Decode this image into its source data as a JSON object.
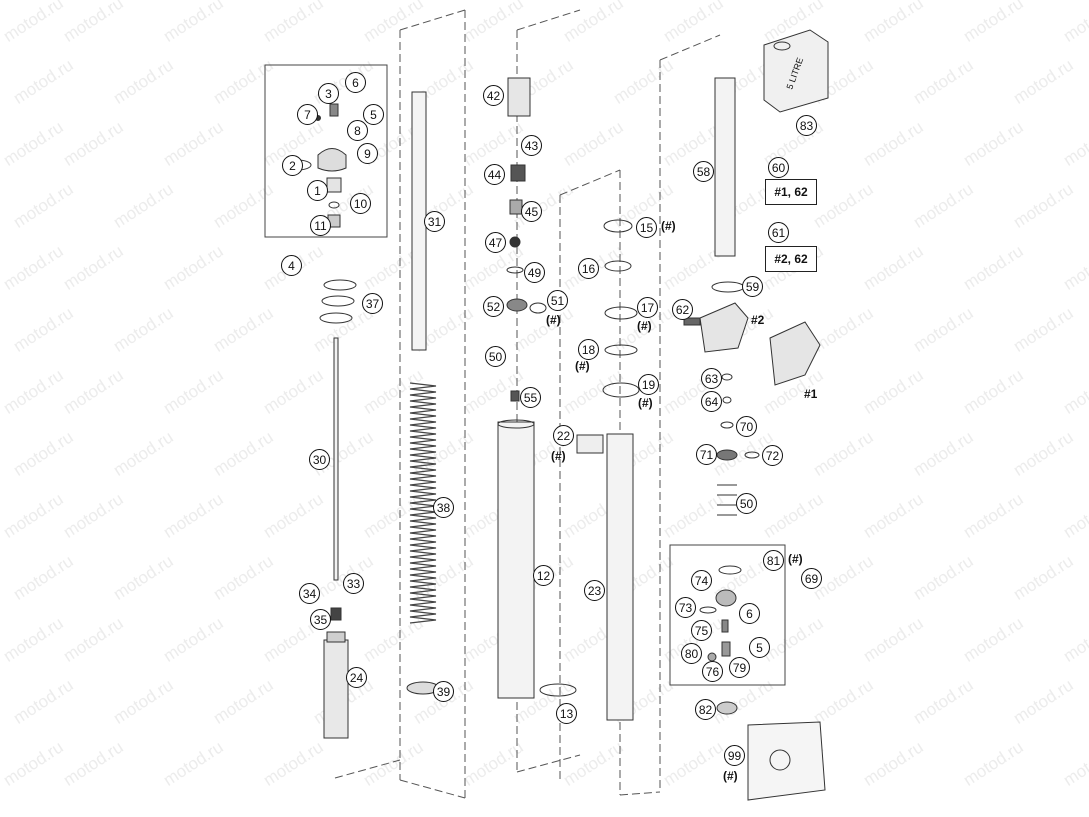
{
  "watermark": "motod.ru",
  "accent_color": "#111111",
  "callouts": [
    {
      "key": "c1",
      "label": "1"
    },
    {
      "key": "c2",
      "label": "2"
    },
    {
      "key": "c3",
      "label": "3"
    },
    {
      "key": "c4",
      "label": "4"
    },
    {
      "key": "c5a",
      "label": "5"
    },
    {
      "key": "c6a",
      "label": "6"
    },
    {
      "key": "c7",
      "label": "7"
    },
    {
      "key": "c8",
      "label": "8"
    },
    {
      "key": "c9",
      "label": "9"
    },
    {
      "key": "c10",
      "label": "10"
    },
    {
      "key": "c11",
      "label": "11"
    },
    {
      "key": "c12",
      "label": "12"
    },
    {
      "key": "c13",
      "label": "13"
    },
    {
      "key": "c15",
      "label": "15"
    },
    {
      "key": "c16",
      "label": "16"
    },
    {
      "key": "c17",
      "label": "17"
    },
    {
      "key": "c18",
      "label": "18"
    },
    {
      "key": "c19",
      "label": "19"
    },
    {
      "key": "c22",
      "label": "22"
    },
    {
      "key": "c23",
      "label": "23"
    },
    {
      "key": "c24",
      "label": "24"
    },
    {
      "key": "c30",
      "label": "30"
    },
    {
      "key": "c31",
      "label": "31"
    },
    {
      "key": "c33",
      "label": "33"
    },
    {
      "key": "c34",
      "label": "34"
    },
    {
      "key": "c35",
      "label": "35"
    },
    {
      "key": "c37",
      "label": "37"
    },
    {
      "key": "c38",
      "label": "38"
    },
    {
      "key": "c39",
      "label": "39"
    },
    {
      "key": "c42",
      "label": "42"
    },
    {
      "key": "c43",
      "label": "43"
    },
    {
      "key": "c44",
      "label": "44"
    },
    {
      "key": "c45",
      "label": "45"
    },
    {
      "key": "c47",
      "label": "47"
    },
    {
      "key": "c49",
      "label": "49"
    },
    {
      "key": "c50a",
      "label": "50"
    },
    {
      "key": "c51",
      "label": "51"
    },
    {
      "key": "c52",
      "label": "52"
    },
    {
      "key": "c55",
      "label": "55"
    },
    {
      "key": "c58",
      "label": "58"
    },
    {
      "key": "c59",
      "label": "59"
    },
    {
      "key": "c60",
      "label": "60"
    },
    {
      "key": "c61",
      "label": "61"
    },
    {
      "key": "c62",
      "label": "62"
    },
    {
      "key": "c63",
      "label": "63"
    },
    {
      "key": "c64",
      "label": "64"
    },
    {
      "key": "c69",
      "label": "69"
    },
    {
      "key": "c70",
      "label": "70"
    },
    {
      "key": "c71",
      "label": "71"
    },
    {
      "key": "c72",
      "label": "72"
    },
    {
      "key": "c50b",
      "label": "50"
    },
    {
      "key": "c73",
      "label": "73"
    },
    {
      "key": "c74",
      "label": "74"
    },
    {
      "key": "c75",
      "label": "75"
    },
    {
      "key": "c76",
      "label": "76"
    },
    {
      "key": "c79",
      "label": "79"
    },
    {
      "key": "c80",
      "label": "80"
    },
    {
      "key": "c81",
      "label": "81"
    },
    {
      "key": "c82",
      "label": "82"
    },
    {
      "key": "c83",
      "label": "83"
    },
    {
      "key": "c99",
      "label": "99"
    },
    {
      "key": "c5b",
      "label": "5"
    },
    {
      "key": "c6b",
      "label": "6"
    }
  ],
  "notes": [
    {
      "key": "n15",
      "text": "(#)"
    },
    {
      "key": "n51",
      "text": "(#)"
    },
    {
      "key": "n17",
      "text": "(#)"
    },
    {
      "key": "n18",
      "text": "(#)"
    },
    {
      "key": "n19",
      "text": "(#)"
    },
    {
      "key": "n22",
      "text": "(#)"
    },
    {
      "key": "n81",
      "text": "(#)"
    },
    {
      "key": "n99",
      "text": "(#)"
    },
    {
      "key": "m2",
      "text": "#2"
    },
    {
      "key": "m1",
      "text": "#1"
    }
  ],
  "refboxes": [
    {
      "key": "r60",
      "text": "#1, 62"
    },
    {
      "key": "r61",
      "text": "#2, 62"
    }
  ],
  "oil_can_label": "5 LITRE"
}
